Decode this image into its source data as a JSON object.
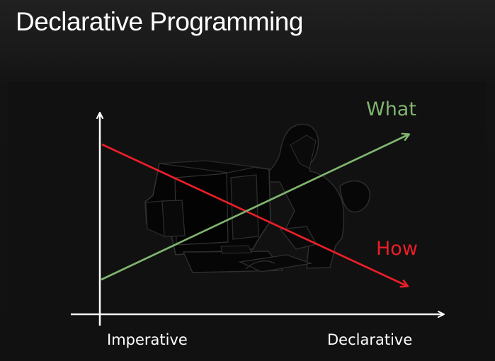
{
  "slide": {
    "title": "Declarative Programming"
  },
  "diagram": {
    "lines": [
      {
        "label": "What",
        "color": "#7fb56f",
        "direction": "increasing"
      },
      {
        "label": "How",
        "color": "#ea1f28",
        "direction": "decreasing"
      }
    ],
    "x_axis": {
      "left_label": "Imperative",
      "right_label": "Declarative"
    },
    "illustration": "person-at-computer-clipart",
    "colors": {
      "background": "#111111",
      "axis": "#ffffff",
      "text": "#ffffff"
    }
  }
}
